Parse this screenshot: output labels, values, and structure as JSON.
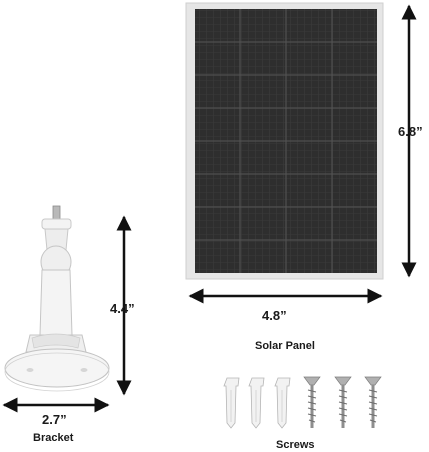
{
  "dimensions": {
    "panel_height": "6.8”",
    "panel_width": "4.8”",
    "bracket_height": "4.4”",
    "bracket_width": "2.7”"
  },
  "captions": {
    "solar_panel": "Solar Panel",
    "bracket": "Bracket",
    "screws": "Screws"
  },
  "colors": {
    "panel_frame": "#dcdcdc",
    "panel_cells": "#2b2b2b",
    "arrow": "#111111",
    "bracket_body": "#f1f1f1",
    "screw_metal": "#9a9a9a"
  }
}
